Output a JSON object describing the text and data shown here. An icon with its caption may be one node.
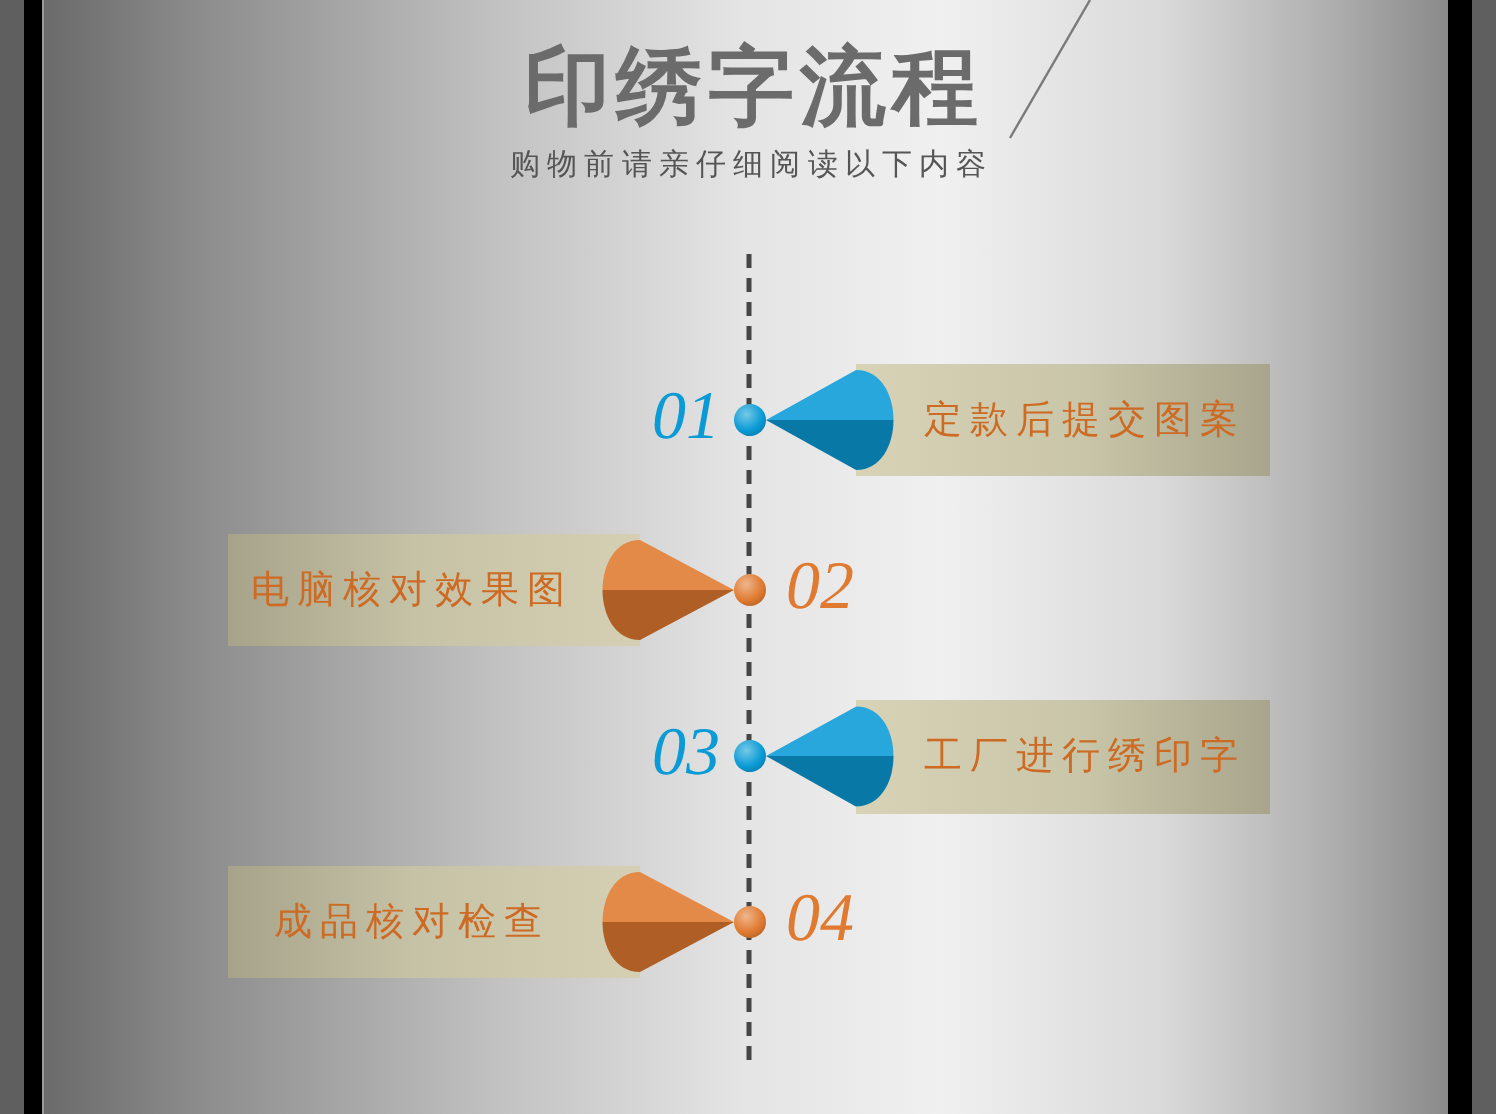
{
  "diagram": {
    "title": "印绣字流程",
    "nodes": [
      {
        "text": [],
        "shape": "circle",
        "beside": [
          "01"
        ]
      },
      {
        "text": [
          "定款后提交图案"
        ]
      },
      {
        "text": [
          "电脑核对效果图"
        ]
      },
      {
        "text": [],
        "shape": "circle",
        "beside": [
          "02"
        ]
      },
      {
        "text": [],
        "shape": "circle",
        "beside": [
          "03"
        ]
      },
      {
        "text": [
          "工厂进行绣印字"
        ]
      },
      {
        "text": [
          "成品核对检查"
        ]
      },
      {
        "text": [],
        "shape": "circle",
        "beside": [
          "04"
        ]
      }
    ],
    "edges": [
      {
        "from": 1,
        "to": 0,
        "arrow": "to",
        "color": "#0a9bd6"
      },
      {
        "from": 2,
        "to": 3,
        "arrow": "to",
        "color": "#e07a30"
      },
      {
        "from": 5,
        "to": 4,
        "arrow": "to",
        "color": "#0a9bd6"
      },
      {
        "from": 6,
        "to": 7,
        "arrow": "to",
        "color": "#e07a30"
      }
    ],
    "labels": [
      "购物前请亲仔细阅读以下内容"
    ]
  }
}
